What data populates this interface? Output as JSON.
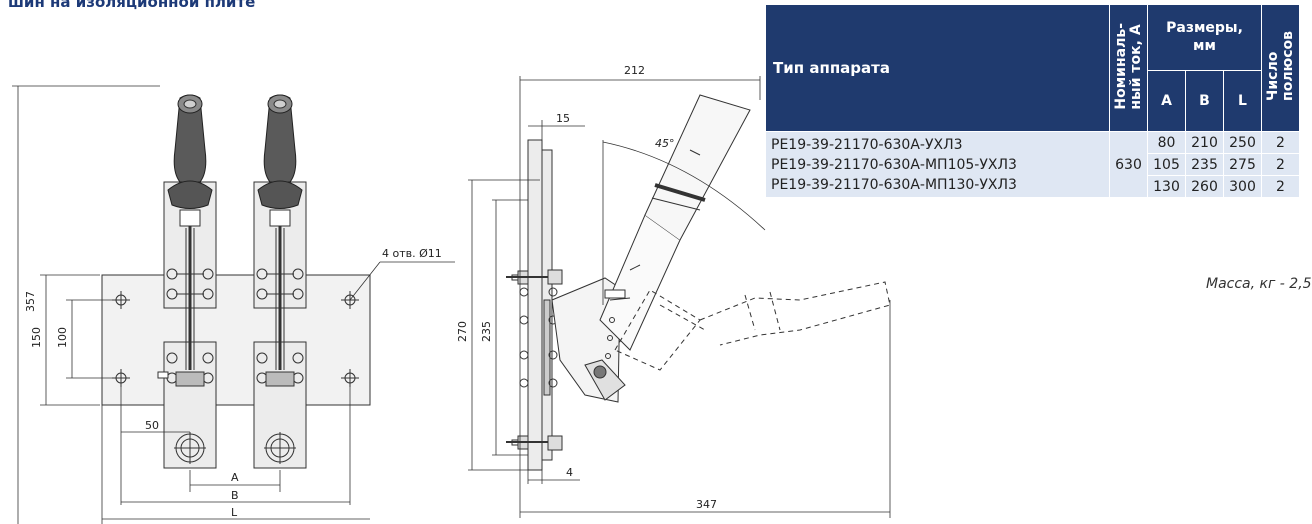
{
  "heading": "шин на изоляционной плите",
  "front_view": {
    "dim_357": "357",
    "dim_150": "150",
    "dim_100": "100",
    "dim_50": "50",
    "dim_A": "A",
    "dim_B": "B",
    "dim_L": "L",
    "holes_note": "4 отв. Ø11"
  },
  "side_view": {
    "dim_212": "212",
    "dim_15": "15",
    "dim_45": "45°",
    "dim_270": "270",
    "dim_235": "235",
    "dim_4": "4",
    "dim_347": "347"
  },
  "table": {
    "col_type": "Тип аппарата",
    "col_current_1": "Номиналь-",
    "col_current_2": "ный ток, А",
    "col_sizes_1": "Размеры,",
    "col_sizes_2": "мм",
    "col_a": "A",
    "col_b": "B",
    "col_l": "L",
    "col_poles_1": "Число",
    "col_poles_2": "полюсов",
    "current_value": "630",
    "rows": [
      {
        "type": "РЕ19-39-21170-630А-УХЛ3",
        "a": "80",
        "b": "210",
        "l": "250",
        "poles": "2"
      },
      {
        "type": "РЕ19-39-21170-630А-МП105-УХЛ3",
        "a": "105",
        "b": "235",
        "l": "275",
        "poles": "2"
      },
      {
        "type": "РЕ19-39-21170-630А-МП130-УХЛ3",
        "a": "130",
        "b": "260",
        "l": "300",
        "poles": "2"
      }
    ]
  },
  "mass_note": "Масса, кг - 2,5"
}
